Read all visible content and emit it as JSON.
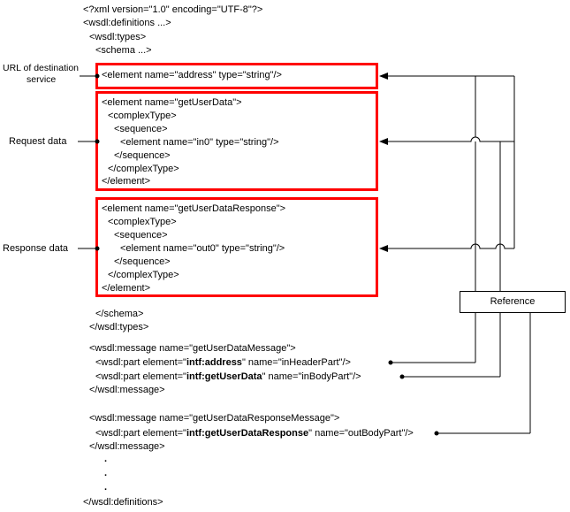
{
  "xml": {
    "decl": "<?xml version=\"1.0\" encoding=\"UTF-8\"?>",
    "definitions_open": "<wsdl:definitions ...>",
    "types_open": "<wsdl:types>",
    "schema_open": "<schema ...>",
    "address_elem": "<element name=\"address\" type=\"string\"/>",
    "req_elem_open": "<element name=\"getUserData\">",
    "req_complex_open": "<complexType>",
    "req_seq_open": "<sequence>",
    "req_inner": "<element name=\"in0\" type=\"string\"/>",
    "req_seq_close": "</sequence>",
    "req_complex_close": "</complexType>",
    "req_elem_close": "</element>",
    "resp_elem_open": "<element name=\"getUserDataResponse\">",
    "resp_complex_open": "<complexType>",
    "resp_seq_open": "<sequence>",
    "resp_inner": "<element name=\"out0\" type=\"string\"/>",
    "resp_seq_close": "</sequence>",
    "resp_complex_close": "</complexType>",
    "resp_elem_close": "</element>",
    "schema_close": "</schema>",
    "types_close": "</wsdl:types>",
    "msg1_open": "<wsdl:message name=\"getUserDataMessage\">",
    "part1_pre": "<wsdl:part element=\"",
    "part1_bold": "intf:address",
    "part1_post": "\" name=\"inHeaderPart\"/>",
    "part2_pre": "<wsdl:part element=\"",
    "part2_bold": "intf:getUserData",
    "part2_post": "\" name=\"inBodyPart\"/>",
    "msg1_close": "</wsdl:message>",
    "msg2_open": "<wsdl:message name=\"getUserDataResponseMessage\">",
    "part3_pre": "<wsdl:part element=\"",
    "part3_bold": "intf:getUserDataResponse",
    "part3_post": "\" name=\"outBodyPart\"/>",
    "msg2_close": "</wsdl:message>",
    "dot": ".",
    "definitions_close": "</wsdl:definitions>"
  },
  "labels": {
    "url_line1": "URL of destination",
    "url_line2": "service",
    "request": "Request data",
    "response": "Response data",
    "reference": "Reference"
  },
  "colors": {
    "highlight_border": "#ff0000",
    "line": "#000000"
  }
}
